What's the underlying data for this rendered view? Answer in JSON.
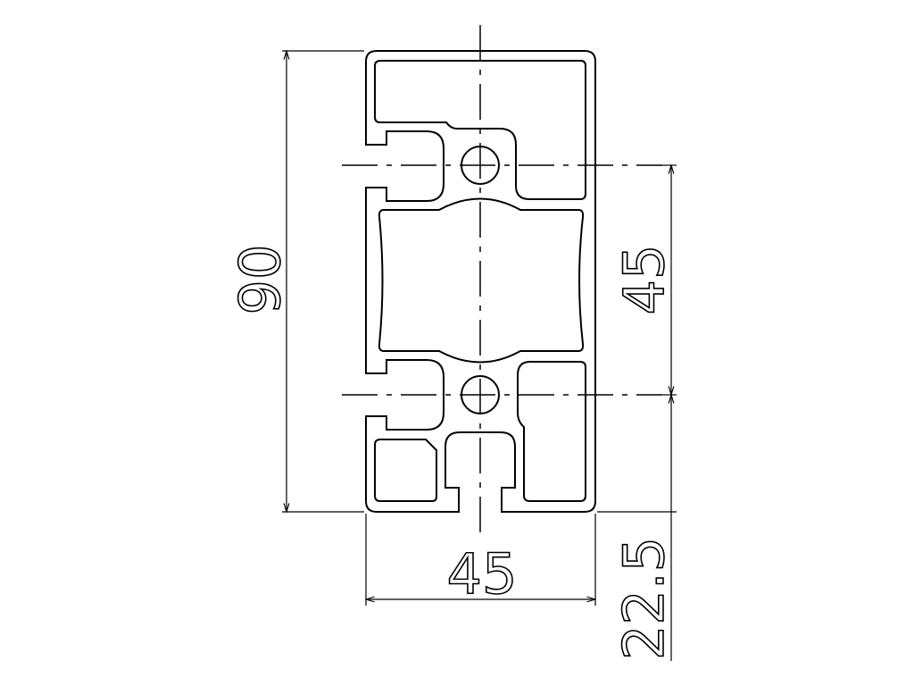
{
  "drawing": {
    "dimensions": {
      "overall_height": "90",
      "slot_spacing": "45",
      "width": "45",
      "edge_offset": "22.5"
    },
    "line_color": "#000000",
    "background": "#ffffff"
  }
}
